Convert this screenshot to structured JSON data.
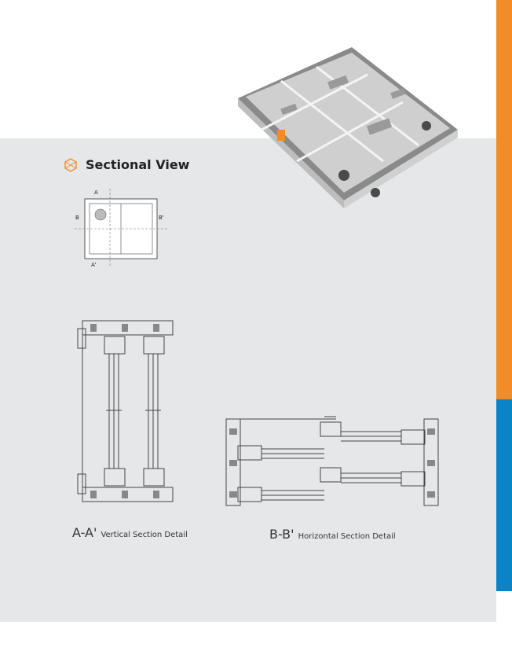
{
  "page": {
    "section_title": "Sectional View",
    "key_plan": {
      "label_a": "A",
      "label_a_prime": "A'",
      "label_b": "B",
      "label_b_prime": "B'"
    },
    "captions": {
      "aa": {
        "code": "A-A'",
        "text": "Vertical Section Detail"
      },
      "bb": {
        "code": "B-B'",
        "text": "Horizontal Section Detail"
      }
    }
  },
  "colors": {
    "orange_tab": "#f28c28",
    "blue_tab": "#0a84c6",
    "panel_gray": "#e6e7e8",
    "accent_icon": "#f28c28"
  }
}
